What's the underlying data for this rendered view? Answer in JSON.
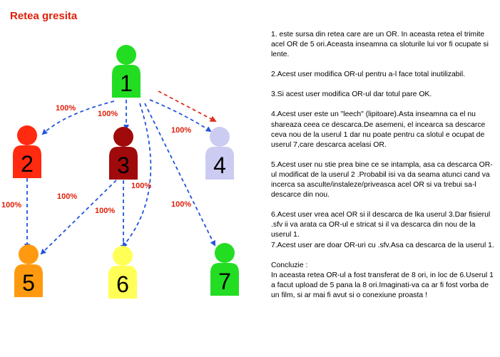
{
  "title": "Retea gresita",
  "colors": {
    "title": "#e0200a",
    "arrow": "#2255dd",
    "arrow_bad": "#e03020",
    "edge_label": "#e0200a"
  },
  "nodes": [
    {
      "id": "1",
      "label": "1",
      "color": "#22dd22",
      "text_color": "#000000"
    },
    {
      "id": "2",
      "label": "2",
      "color": "#ff2a10",
      "text_color": "#000000"
    },
    {
      "id": "3",
      "label": "3",
      "color": "#a00a0a",
      "text_color": "#000000"
    },
    {
      "id": "4",
      "label": "4",
      "color": "#ccccf2",
      "text_color": "#000000"
    },
    {
      "id": "5",
      "label": "5",
      "color": "#ff9a10",
      "text_color": "#000000"
    },
    {
      "id": "6",
      "label": "6",
      "color": "#ffff55",
      "text_color": "#000000"
    },
    {
      "id": "7",
      "label": "7",
      "color": "#22dd22",
      "text_color": "#000000"
    }
  ],
  "edges": [
    {
      "from": "1",
      "to": "2",
      "label": "100%"
    },
    {
      "from": "1",
      "to": "3",
      "label": "100%"
    },
    {
      "from": "1",
      "to": "4",
      "label": "100%"
    },
    {
      "from": "1",
      "to": "4",
      "label": "",
      "style": "bad"
    },
    {
      "from": "1",
      "to": "6",
      "label": "100%"
    },
    {
      "from": "1",
      "to": "7",
      "label": "100%"
    },
    {
      "from": "2",
      "to": "5",
      "label": "100%"
    },
    {
      "from": "3",
      "to": "5",
      "label": "100%"
    },
    {
      "from": "3",
      "to": "6",
      "label": "100%"
    }
  ],
  "notes": [
    "1. este sursa din retea care are un OR. In aceasta retea el trimite acel OR de 5 ori.Aceasta inseamna ca sloturile lui vor fi ocupate si lente.",
    "",
    "2.Acest user modifica OR-ul pentru a-l face total inutilizabil.",
    "",
    "3.Si acest user modifica OR-ul dar totul pare OK.",
    "",
    "4.Acest user este un \"leech\" (lipitoare).Asta inseamna ca el nu shareaza ceea ce descarca.De asemeni, el incearca sa descarce ceva nou de la userul 1 dar nu poate pentru ca slotul e ocupat de userul 7,care descarca acelasi OR.",
    "",
    "5.Acest user nu stie prea bine ce se intampla, asa ca descarca OR-ul modificat de la userul 2 .Probabil isi va da seama atunci cand va incerca sa asculte/instaleze/priveasca acel OR si va trebui sa-l descarce din nou.",
    "",
    "6.Acest user vrea acel OR si il descarca de lka userul 3.Dar fisierul .sfv ii va arata ca OR-ul e stricat si il va descarca din nou de la userul 1.",
    "7.Acest user are doar OR-uri cu .sfv.Asa ca descarca de la userul 1.",
    "",
    "Concluzie :",
    "In aceasta retea OR-ul a fost transferat de 8 ori, in loc de 6.Userul 1 a facut upload de 5 pana la 8 ori.Imaginati-va ca ar fi fost vorba de un film, si ar mai fi avut si o conexiune proasta !"
  ]
}
